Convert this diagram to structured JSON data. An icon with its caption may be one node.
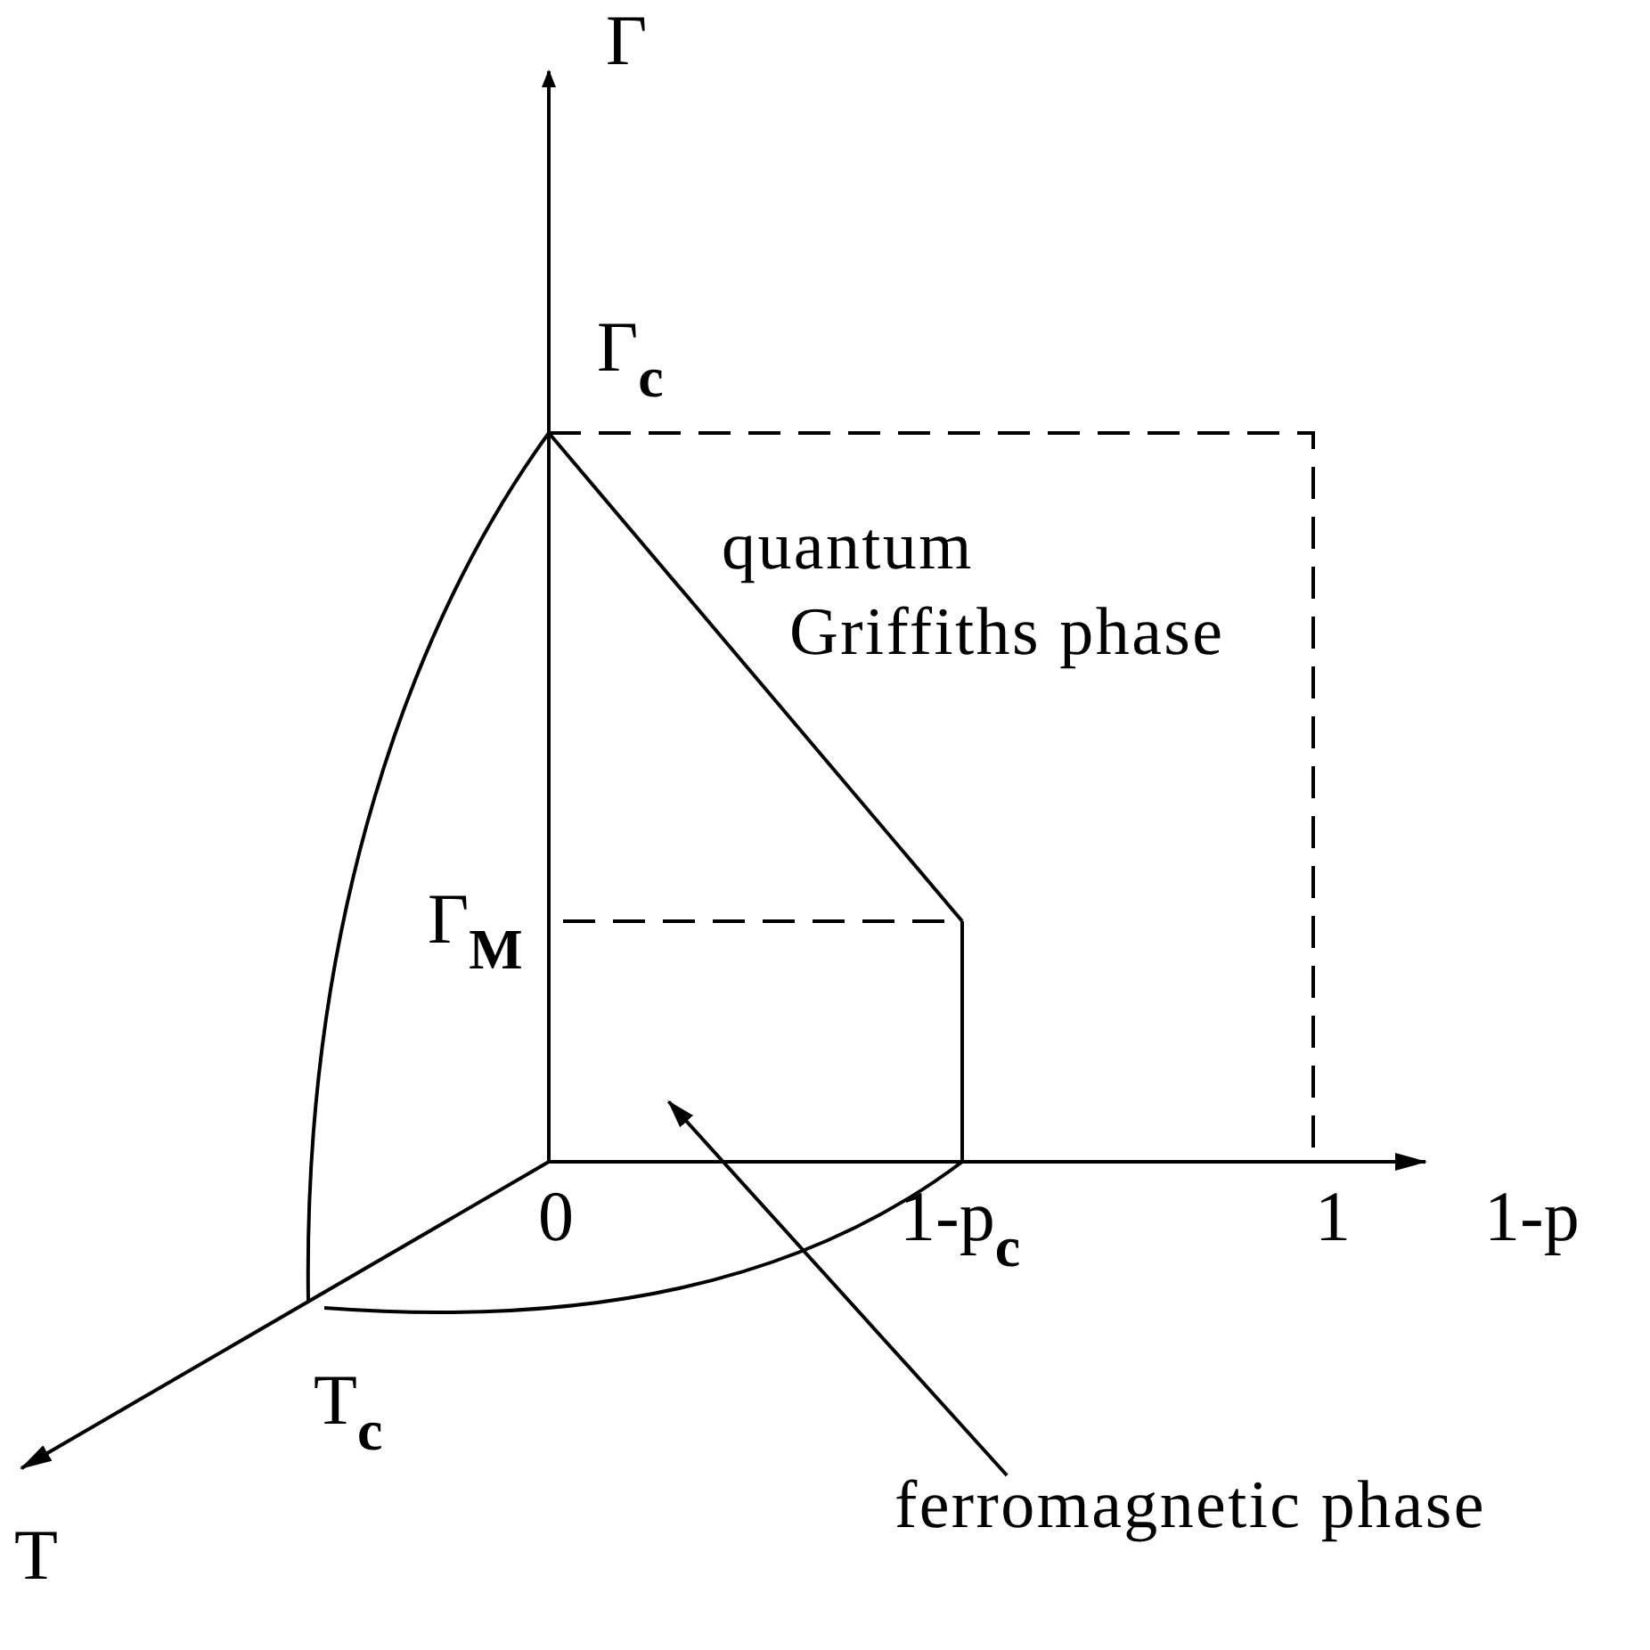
{
  "diagram": {
    "nodes": [
      {
        "text": [
          "ferromagnetic phase"
        ]
      },
      {
        "text": [],
        "shape": "box"
      }
    ],
    "edges": [
      {
        "from": 0,
        "to": 1,
        "arrow": "to"
      }
    ],
    "labels": [
      "Γ",
      "Γ$_{c}$",
      "quantum Griffiths phase",
      "Γ$_{M}$",
      "0",
      "1-p$_{c}$",
      "1",
      "1-p",
      "T$_{c}$",
      "T"
    ]
  }
}
